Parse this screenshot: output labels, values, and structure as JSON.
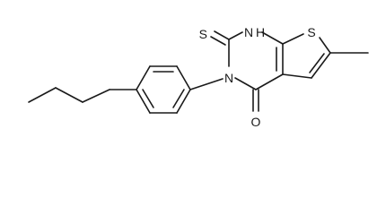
{
  "molecule": {
    "atoms": {
      "thione_sulfur": "S",
      "nh_nitrogen": "N",
      "nh_hydrogen": "H",
      "ring_nitrogen": "N",
      "thiophene_sulfur": "S",
      "carbonyl_oxygen": "O"
    }
  }
}
